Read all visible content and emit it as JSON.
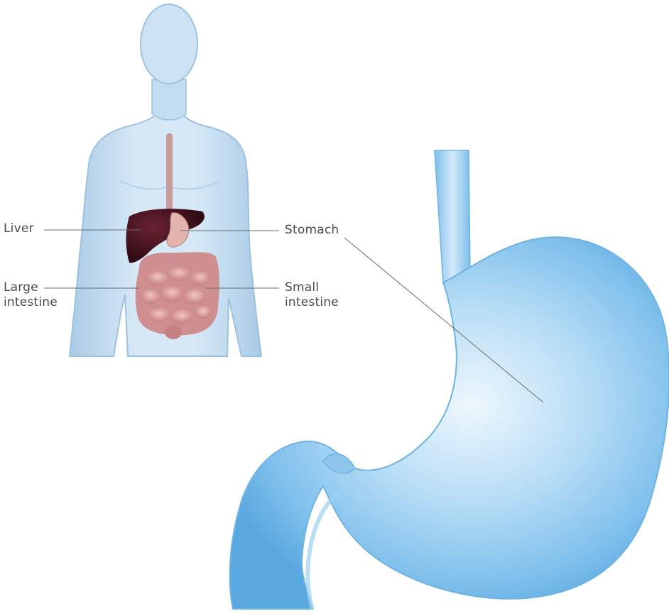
{
  "labels": {
    "liver": "Liver",
    "large_intestine": [
      "Large",
      "intestine"
    ],
    "stomach": "Stomach",
    "small_intestine": [
      "Small",
      "intestine"
    ]
  },
  "colors": {
    "body_blue": "#bcd9ee",
    "stomach_blue": "#8ac6ee",
    "liver": "#3a0f1a",
    "intestine": "#d89b9c",
    "leader_line": "#6a6a6a",
    "label_text": "#4a4a4a"
  }
}
